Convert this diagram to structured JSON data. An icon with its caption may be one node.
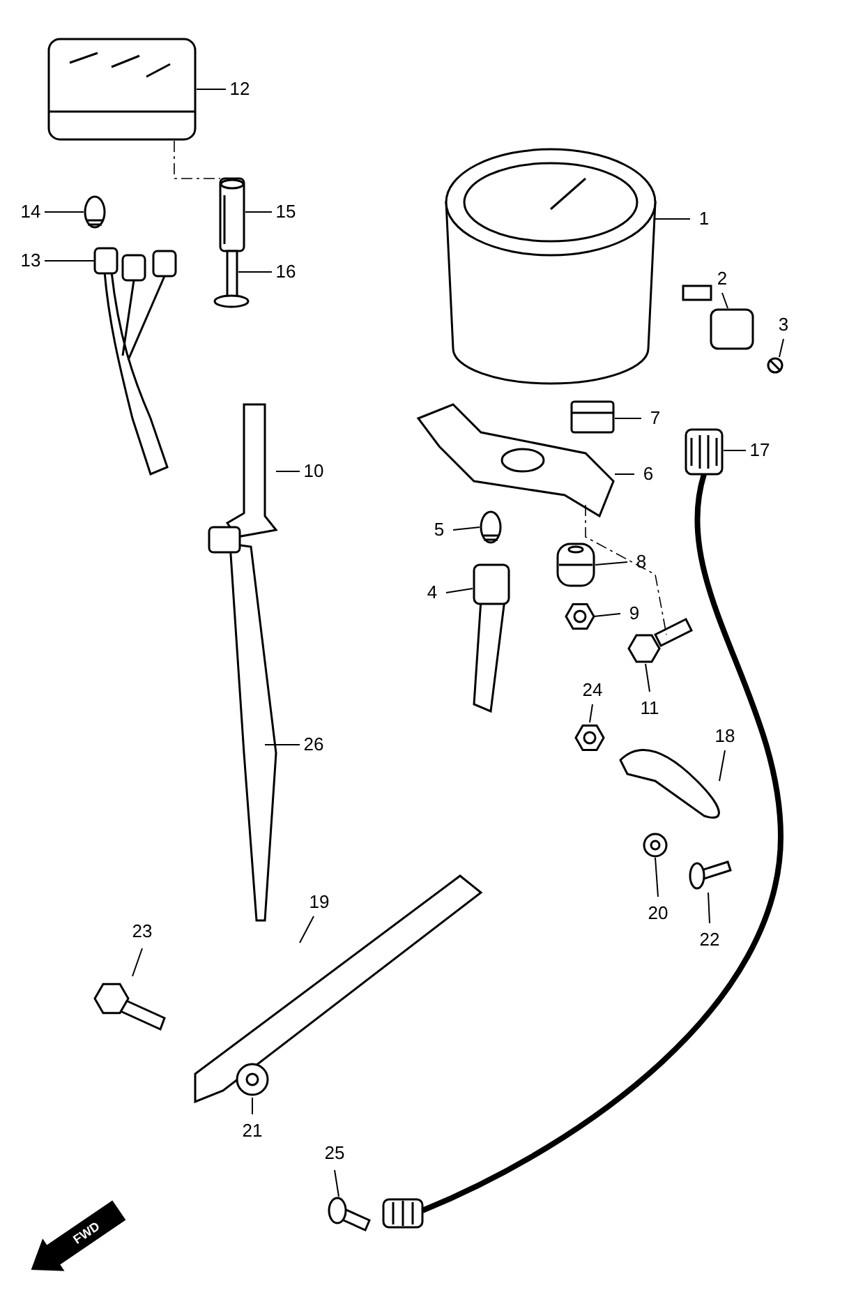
{
  "diagram": {
    "nodes": [
      {
        "text": [
          "12"
        ]
      },
      {
        "text": [],
        "shape": "picture"
      },
      {
        "text": [
          "14"
        ]
      },
      {
        "text": [],
        "shape": "picture"
      },
      {
        "text": [
          "15"
        ]
      },
      {
        "text": [],
        "shape": "picture"
      },
      {
        "text": [
          "13"
        ]
      },
      {
        "text": [],
        "shape": "picture"
      },
      {
        "text": [
          "16"
        ]
      },
      {
        "text": [],
        "shape": "picture"
      },
      {
        "text": [
          "1"
        ]
      },
      {
        "text": [],
        "shape": "picture"
      },
      {
        "text": [
          "2"
        ]
      },
      {
        "text": [],
        "shape": "picture"
      },
      {
        "text": [
          "3"
        ]
      },
      {
        "text": [],
        "shape": "picture"
      },
      {
        "text": [
          "10"
        ]
      },
      {
        "text": [],
        "shape": "picture"
      },
      {
        "text": [
          "7"
        ]
      },
      {
        "text": [],
        "shape": "picture"
      },
      {
        "text": [
          "6"
        ]
      },
      {
        "text": [],
        "shape": "picture"
      },
      {
        "text": [
          "17"
        ]
      },
      {
        "text": [],
        "shape": "picture"
      },
      {
        "text": [
          "5"
        ]
      },
      {
        "text": [],
        "shape": "picture"
      },
      {
        "text": [
          "8"
        ]
      },
      {
        "text": [],
        "shape": "picture"
      },
      {
        "text": [
          "4"
        ]
      },
      {
        "text": [],
        "shape": "picture"
      },
      {
        "text": [
          "9"
        ]
      },
      {
        "text": [],
        "shape": "picture"
      },
      {
        "text": [
          "11"
        ]
      },
      {
        "text": [],
        "shape": "picture"
      },
      {
        "text": [
          "24"
        ]
      },
      {
        "text": [],
        "shape": "picture"
      },
      {
        "text": [
          "18"
        ]
      },
      {
        "text": [],
        "shape": "picture"
      },
      {
        "text": [
          "26"
        ]
      },
      {
        "text": [],
        "shape": "picture"
      },
      {
        "text": [
          "20"
        ]
      },
      {
        "text": [],
        "shape": "picture"
      },
      {
        "text": [
          "22"
        ]
      },
      {
        "text": [],
        "shape": "picture"
      },
      {
        "text": [
          "19"
        ]
      },
      {
        "text": [],
        "shape": "picture"
      },
      {
        "text": [
          "23"
        ]
      },
      {
        "text": [],
        "shape": "picture"
      },
      {
        "text": [
          "21"
        ]
      },
      {
        "text": [],
        "shape": "picture"
      },
      {
        "text": [
          "25"
        ]
      },
      {
        "text": [],
        "shape": "picture"
      },
      {
        "text": [],
        "shape": "picture"
      }
    ],
    "edges": [
      {
        "from": 0,
        "to": 1,
        "arrow": "none"
      },
      {
        "from": 2,
        "to": 3,
        "arrow": "none"
      },
      {
        "from": 4,
        "to": 5,
        "arrow": "none"
      },
      {
        "from": 6,
        "to": 7,
        "arrow": "none"
      },
      {
        "from": 8,
        "to": 9,
        "arrow": "none"
      },
      {
        "from": 10,
        "to": 11,
        "arrow": "none"
      },
      {
        "from": 12,
        "to": 13,
        "arrow": "none"
      },
      {
        "from": 14,
        "to": 15,
        "arrow": "none"
      },
      {
        "from": 16,
        "to": 17,
        "arrow": "none"
      },
      {
        "from": 18,
        "to": 19,
        "arrow": "none"
      },
      {
        "from": 20,
        "to": 21,
        "arrow": "none"
      },
      {
        "from": 22,
        "to": 23,
        "arrow": "none"
      },
      {
        "from": 24,
        "to": 25,
        "arrow": "none"
      },
      {
        "from": 26,
        "to": 27,
        "arrow": "none"
      },
      {
        "from": 28,
        "to": 29,
        "arrow": "none"
      },
      {
        "from": 30,
        "to": 31,
        "arrow": "none"
      },
      {
        "from": 32,
        "to": 33,
        "arrow": "none"
      },
      {
        "from": 34,
        "to": 35,
        "arrow": "none"
      },
      {
        "from": 36,
        "to": 37,
        "arrow": "none"
      },
      {
        "from": 38,
        "to": 39,
        "arrow": "none"
      },
      {
        "from": 40,
        "to": 41,
        "arrow": "none"
      },
      {
        "from": 42,
        "to": 43,
        "arrow": "none"
      },
      {
        "from": 44,
        "to": 45,
        "arrow": "none"
      },
      {
        "from": 46,
        "to": 47,
        "arrow": "none"
      },
      {
        "from": 48,
        "to": 49,
        "arrow": "none"
      },
      {
        "from": 50,
        "to": 51,
        "arrow": "none"
      },
      {
        "from": 1,
        "to": 5,
        "arrow": "none",
        "style": "dashed"
      },
      {
        "from": 21,
        "to": 33,
        "arrow": "none",
        "style": "dashed"
      },
      {
        "from": 23,
        "to": 52,
        "arrow": "none",
        "style": "thick"
      }
    ],
    "labels": [
      "FWD"
    ]
  }
}
